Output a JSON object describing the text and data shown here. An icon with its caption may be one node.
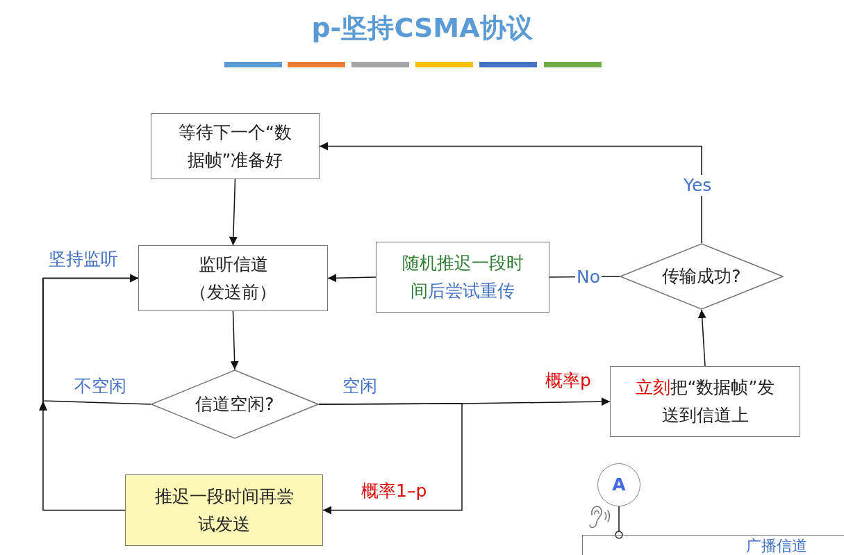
{
  "diagram": {
    "title": "p-坚持CSMA协议",
    "nodes": [
      {
        "text": [
          "等待下一个“数据帧”准备好"
        ]
      },
      {
        "text": [
          "监听信道（发送前）"
        ]
      },
      {
        "text": [
          "信道空闲?"
        ]
      },
      {
        "text": [
          "随机推迟一段时间后尝试重传"
        ]
      },
      {
        "text": [
          "传输成功?"
        ]
      },
      {
        "text": [
          "立刻把“数据帧”发送到信道上"
        ]
      },
      {
        "text": [
          "推迟一段时间再尝试发送"
        ]
      },
      {
        "text": [
          "A"
        ]
      },
      {
        "text": [
          "广播信道"
        ]
      }
    ],
    "edges": [
      {
        "from": 0,
        "to": 1,
        "arrow": "to"
      },
      {
        "from": 1,
        "to": 2,
        "arrow": "to"
      },
      {
        "from": 2,
        "to": 5,
        "arrow": "to",
        "label": "概率p"
      },
      {
        "from": 2,
        "to": 6,
        "arrow": "to",
        "label": "概率1–p"
      },
      {
        "from": 2,
        "to": 1,
        "arrow": "to"
      },
      {
        "from": 6,
        "to": 1,
        "arrow": "to"
      },
      {
        "from": 5,
        "to": 4,
        "arrow": "to"
      },
      {
        "from": 4,
        "to": 3,
        "arrow": "none",
        "label": "No"
      },
      {
        "from": 4,
        "to": 0,
        "arrow": "to",
        "label": "Yes"
      },
      {
        "from": 3,
        "to": 1,
        "arrow": "to"
      },
      {
        "from": 7,
        "to": 8,
        "arrow": "other"
      }
    ],
    "labels": [
      "坚持监听",
      "不空闲",
      "空闲"
    ]
  }
}
